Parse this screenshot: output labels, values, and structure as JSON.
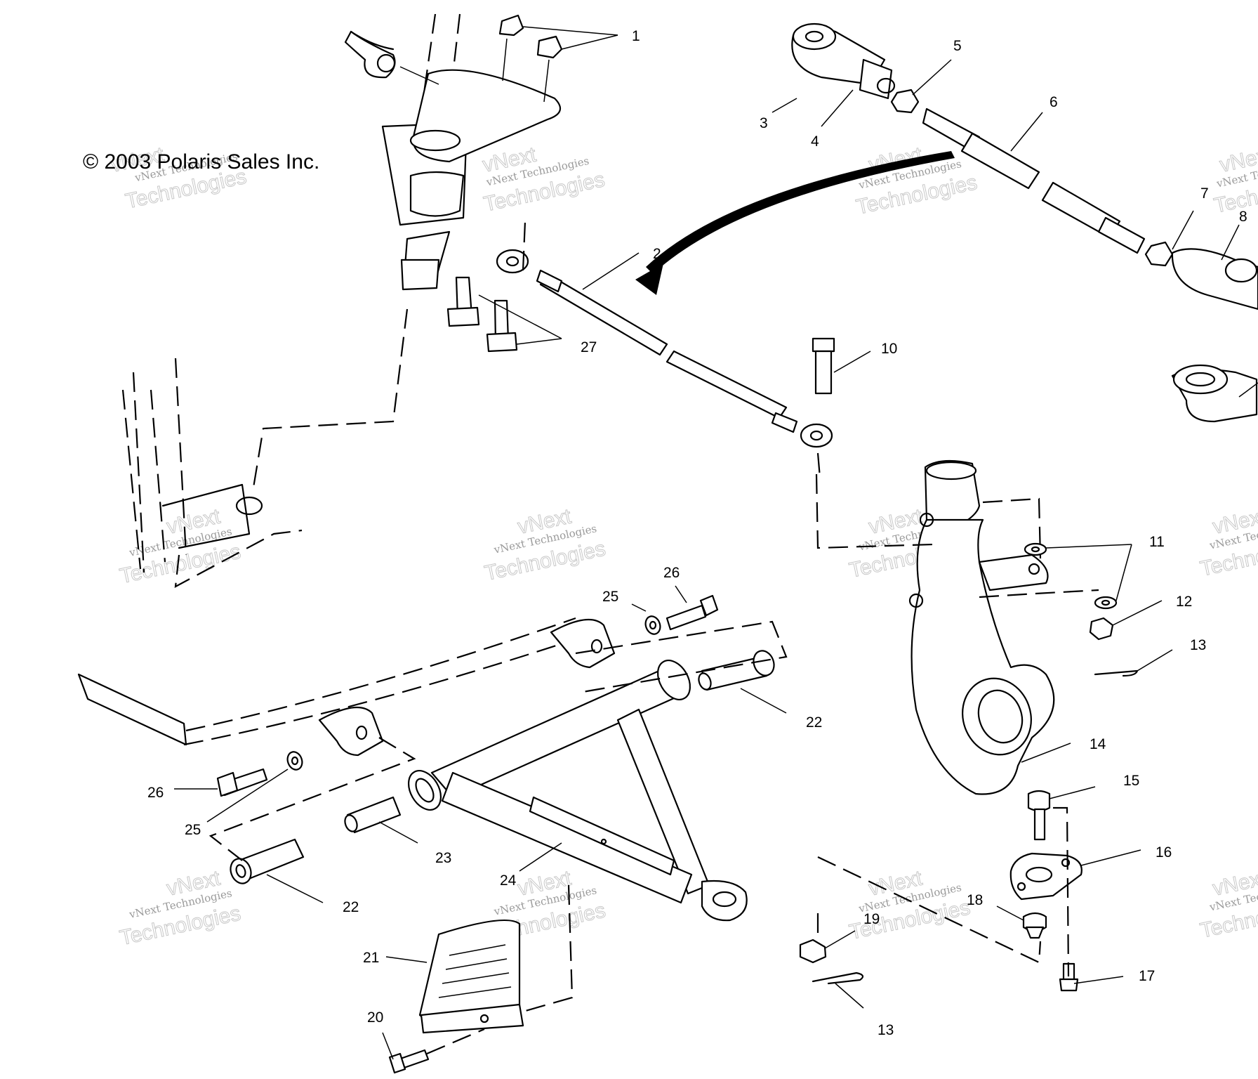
{
  "copyright": "© 2003 Polaris Sales Inc.",
  "watermark": {
    "line1": "vNext",
    "line2": "vNext Technologies",
    "line3": "Technologies"
  },
  "callouts": {
    "c1": "1",
    "c2": "2",
    "c3": "3",
    "c4": "4",
    "c5": "5",
    "c6": "6",
    "c7": "7",
    "c8": "8",
    "c10": "10",
    "c11": "11",
    "c12": "12",
    "c13a": "13",
    "c13b": "13",
    "c14": "14",
    "c15": "15",
    "c16": "16",
    "c17": "17",
    "c18": "18",
    "c19": "19",
    "c20": "20",
    "c21": "21",
    "c22a": "22",
    "c22b": "22",
    "c23": "23",
    "c24": "24",
    "c25a": "25",
    "c25b": "25",
    "c26a": "26",
    "c26b": "26",
    "c27": "27"
  }
}
